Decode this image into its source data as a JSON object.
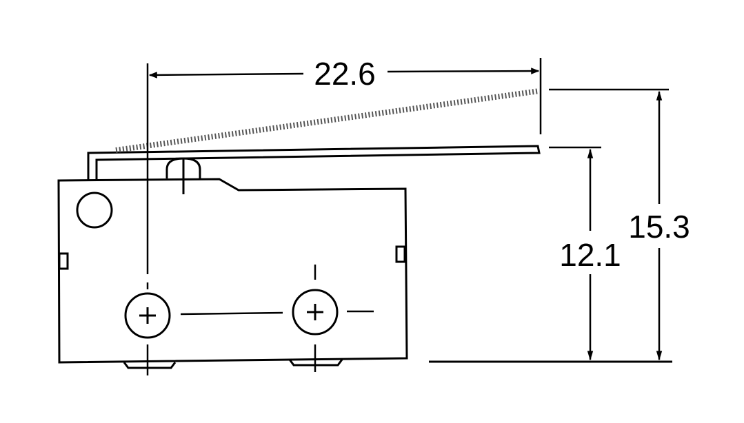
{
  "diagram": {
    "dimensions": {
      "lever_length": "22.6",
      "operating_height": "12.1",
      "free_height": "15.3"
    },
    "colors": {
      "line": "#000000",
      "background": "#ffffff",
      "dotted_lever": "#555555"
    }
  }
}
